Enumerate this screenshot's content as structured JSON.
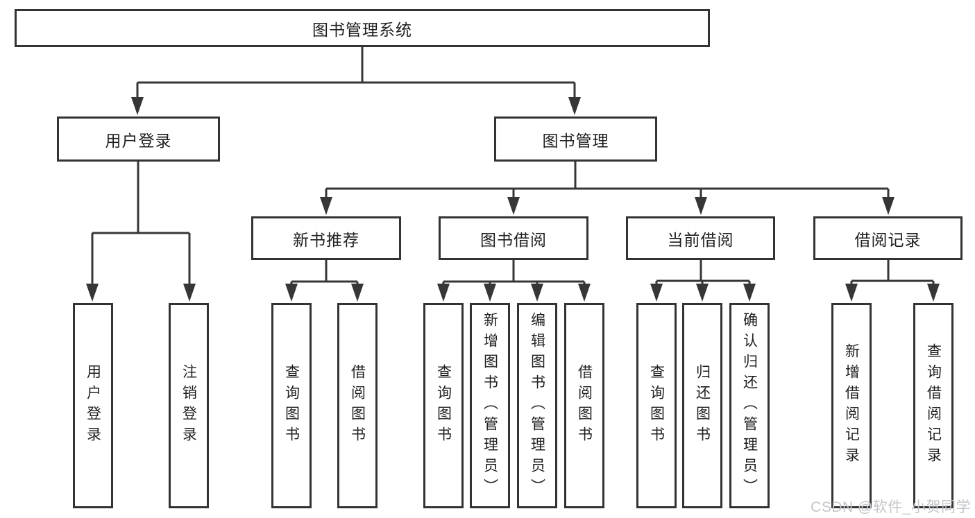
{
  "diagram": {
    "title": "图书管理系统",
    "colors": {
      "line": "#363636",
      "border": "#333333",
      "text": "#1f1f1f",
      "background": "#ffffff",
      "watermark_text": "#c3c6ca"
    },
    "nodes": {
      "root": "图书管理系统",
      "user_login": "用户登录",
      "book_management": "图书管理",
      "new_book_recommend": "新书推荐",
      "book_borrow": "图书借阅",
      "current_borrow": "当前借阅",
      "borrow_records": "借阅记录",
      "leaf_user_login": "用户登录",
      "leaf_logout": "注销登录",
      "recommend_query_books": "查询图书",
      "recommend_borrow_books": "借阅图书",
      "borrow_query_books": "查询图书",
      "borrow_add_book_admin": "新增图书（管理员）",
      "borrow_edit_book_admin": "编辑图书（管理员）",
      "borrow_borrow_books": "借阅图书",
      "current_query_books": "查询图书",
      "current_return_books": "归还图书",
      "current_confirm_return_admin": "确认归还（管理员）",
      "records_add_record": "新增借阅记录",
      "records_query_record": "查询借阅记录"
    },
    "watermark": "CSDN @软件_小贺同学"
  }
}
